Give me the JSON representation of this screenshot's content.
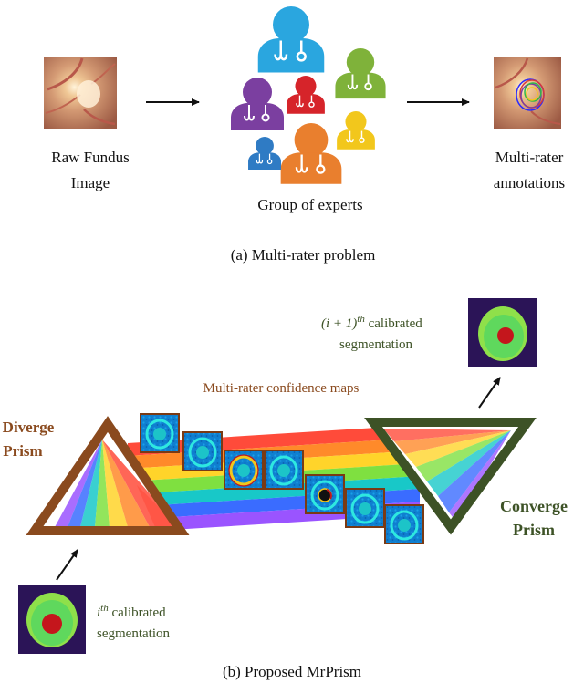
{
  "part_a": {
    "raw_image_label_line1": "Raw Fundus",
    "raw_image_label_line2": "Image",
    "experts_label": "Group of experts",
    "annotations_label_line1": "Multi-rater",
    "annotations_label_line2": "annotations",
    "caption": "(a) Multi-rater problem",
    "expert_colors": [
      "#2aa6df",
      "#7fb23a",
      "#7b3fa0",
      "#d6242a",
      "#f2c71c",
      "#e97f2e",
      "#2f7bc4"
    ]
  },
  "part_b": {
    "diverge_line1": "Diverge",
    "diverge_line2": "Prism",
    "converge_line1": "Converge",
    "converge_line2": "Prism",
    "confidence_label": "Multi-rater confidence maps",
    "input_label_sup": "th",
    "input_label_var": "i",
    "input_label_rest": " calibrated",
    "input_label_line2": "segmentation",
    "output_label_prefix": "(i + 1)",
    "output_label_sup": "th",
    "output_label_rest": " calibrated",
    "output_label_line2": "segmentation",
    "caption": "(b) Proposed MrPrism",
    "diverge_color": "#8a4a1e",
    "converge_color": "#3d5226",
    "rainbow_colors": [
      "#ff4b3a",
      "#ff8a2a",
      "#ffd42a",
      "#7fe040",
      "#18c8c8",
      "#3a6cff",
      "#9a54ff"
    ]
  }
}
